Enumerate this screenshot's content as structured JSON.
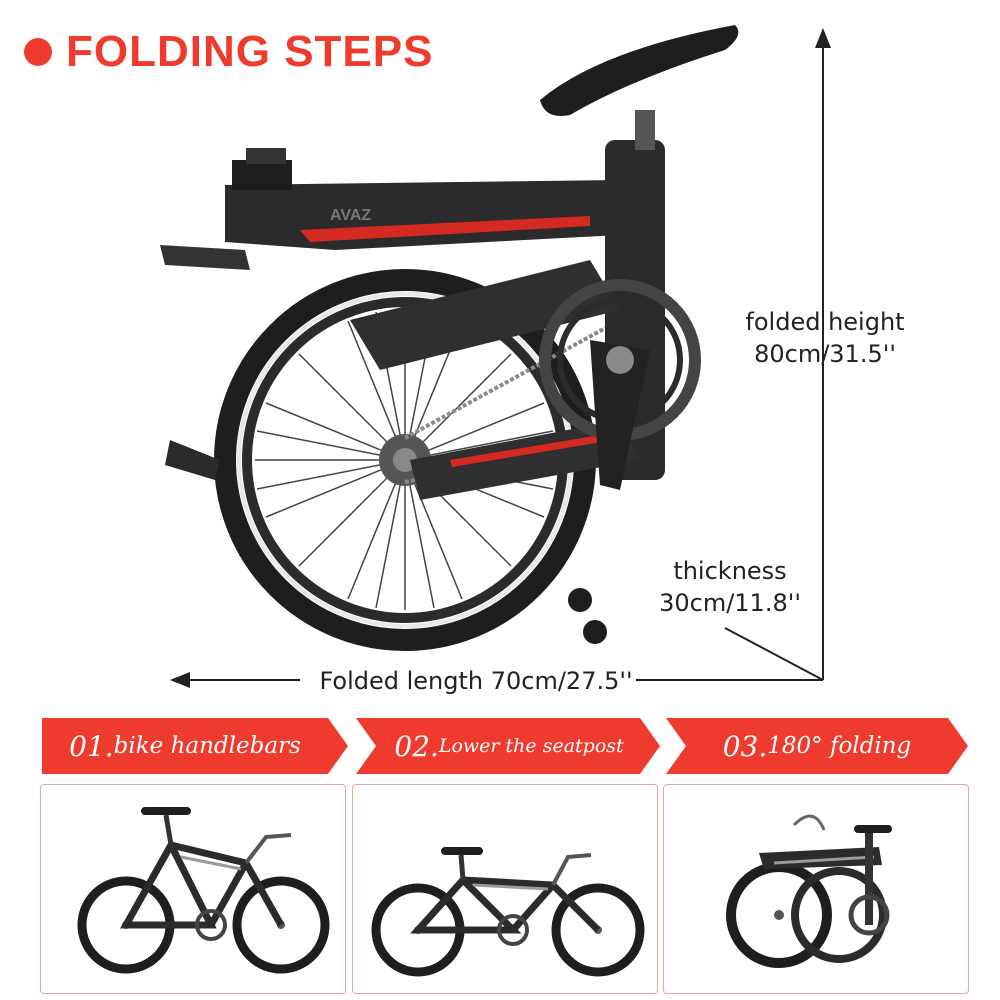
{
  "title": "FOLDING STEPS",
  "dimensions": {
    "height_label": "folded height",
    "height_value": "80cm/31.5''",
    "thickness_label": "thickness",
    "thickness_value": "30cm/11.8''",
    "length_text": "Folded length 70cm/27.5''"
  },
  "bike_brand": "AVAZ",
  "steps": [
    {
      "number": "01.",
      "label": "bike handlebars"
    },
    {
      "number": "02.",
      "label": "Lower the seatpost"
    },
    {
      "number": "03.",
      "label": "180° folding"
    }
  ],
  "colors": {
    "accent": "#ef3b2d",
    "frame": "#2b2b2e",
    "stripe": "#d42a22"
  }
}
